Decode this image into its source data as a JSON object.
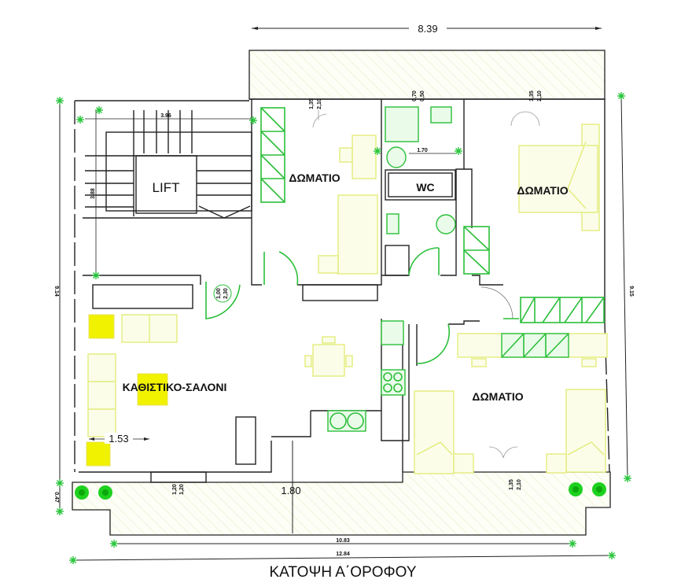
{
  "plan": {
    "title": "ΚΑΤΟΨΗ Α΄ΟΡΟΦΟΥ",
    "rooms": [
      {
        "id": "bedroom-1",
        "label": "ΔΩΜΑΤΙΟ"
      },
      {
        "id": "bedroom-2",
        "label": "ΔΩΜΑΤΙΟ"
      },
      {
        "id": "bedroom-3",
        "label": "ΔΩΜΑΤΙΟ"
      },
      {
        "id": "wc",
        "label": "WC"
      },
      {
        "id": "lift",
        "label": "LIFT"
      },
      {
        "id": "living-room",
        "label": "ΚΑΘΙΣΤΙΚΟ-ΣΑΛΟΝΙ"
      }
    ],
    "dimensions": {
      "top_width": "8.39",
      "bottom_inner": "10.83",
      "bottom_overall": "12.84",
      "left_height": "9.14",
      "right_height": "9.15",
      "left_small": "0.47",
      "balcony_depth": "1.80",
      "living_offset": "1.53",
      "stair_width": "3.96",
      "stair_height": "3.88",
      "bath_width": "1.70",
      "door_bed1": [
        "1,35",
        "2,10"
      ],
      "door_bath": [
        "0,70",
        "0,50"
      ],
      "door_bed2": [
        "1,35",
        "2,10"
      ],
      "door_bed3": [
        "1,35",
        "2,10"
      ],
      "window_living": [
        "1,20",
        "1,20"
      ],
      "entry_door": [
        "1,00",
        "2,30"
      ]
    }
  }
}
